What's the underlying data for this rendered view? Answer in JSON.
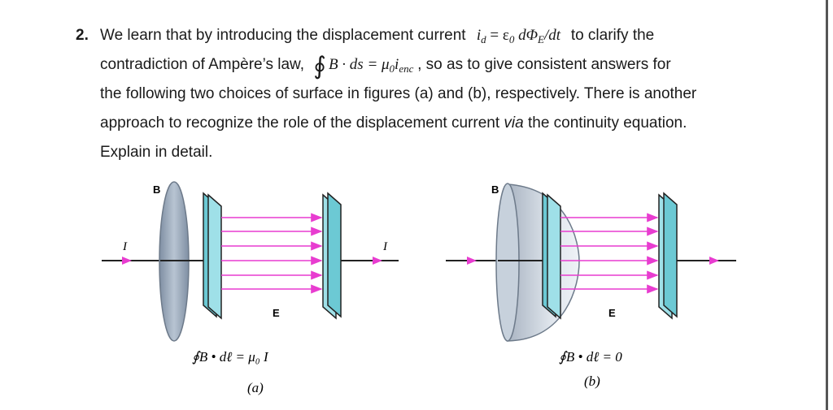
{
  "question": {
    "number": "2.",
    "line1_a": "We learn that by introducing the displacement current",
    "line1_eq_i": "i",
    "line1_eq_d": "d",
    "line1_eq_rest": "= ε",
    "line1_eq_0": "0",
    "line1_eq_dphi": "dΦ",
    "line1_eq_E": "E",
    "line1_eq_dt": "/dt",
    "line1_b": "to clarify the",
    "line2_a": "contradiction of Ampère’s law,",
    "line2_eq": "B · ds = μ",
    "line2_eq_0": "0",
    "line2_eq_i": "i",
    "line2_eq_enc": "enc",
    "line2_b": ", so as to give consistent answers for",
    "line3": "the following two choices of surface in figures (a) and (b), respectively.  There is another",
    "line4_a": "approach to recognize the role of the displacement current",
    "line4_via": "via",
    "line4_b": "the continuity equation.",
    "line5": "Explain in detail."
  },
  "figures": [
    {
      "label_B": "B",
      "label_I_left": "I",
      "label_I_right": "I",
      "label_E": "E",
      "equation": "∮B • dℓ = μ₀ I",
      "caption": "(a)"
    },
    {
      "label_B": "B",
      "label_E": "E",
      "equation": "∮B • dℓ = 0",
      "caption": "(b)"
    }
  ],
  "colors": {
    "plate": "#9fe0e8",
    "surface": "#9aa8b8",
    "field_line": "#e83cd0",
    "wire": "#222222"
  }
}
